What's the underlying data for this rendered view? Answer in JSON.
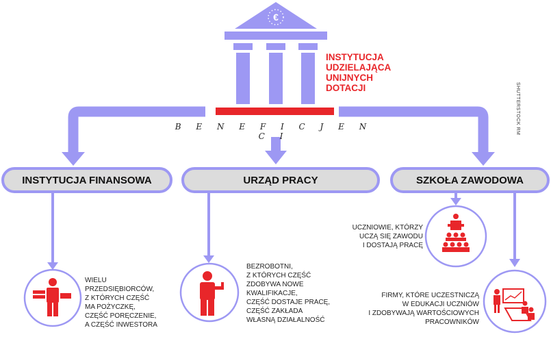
{
  "institution": {
    "label": "INSTYTUCJA\nUDZIELAJĄCA\nUNIJNYCH\nDOTACJI",
    "icon": "euro-icon"
  },
  "beneficiaries_label": "B E N E F I C J E N C I",
  "credit": "SHUTTERSTOCK   RM",
  "branches": [
    {
      "title": "INSTYTUCJA FINANSOWA",
      "items": [
        {
          "text": "WIELU\nPRZEDSIĘBIORCÓW,\nZ KTÓRYCH CZĘŚĆ\nMA POŻYCZKĘ,\nCZĘŚĆ PORĘCZENIE,\nA CZĘŚĆ INWESTORA",
          "icon": "businessman-with-money-icon"
        }
      ]
    },
    {
      "title": "URZĄD PRACY",
      "items": [
        {
          "text": "BEZROBOTNI,\nZ KTÓRYCH CZĘŚĆ\nZDOBYWA NOWE\nKWALIFIKACJE,\nCZĘŚĆ DOSTAJE PRACĘ,\nCZĘŚĆ ZAKŁADA\nWŁASNĄ DZIAŁALNOŚĆ",
          "icon": "businessman-thumbs-up-icon"
        }
      ]
    },
    {
      "title": "SZKOŁA ZAWODOWA",
      "items": [
        {
          "text": "UCZNIOWIE, KTÓRZY\nUCZĄ SIĘ ZAWODU\nI DOSTAJĄ PRACĘ",
          "icon": "lecture-audience-icon"
        },
        {
          "text": "FIRMY, KTÓRE UCZESTNICZĄ\nW EDUKACJI UCZNIÓW\nI ZDOBYWAJĄ WARTOŚCIOWYCH\nPRACOWNIKÓW",
          "icon": "business-presentation-icon"
        }
      ]
    }
  ],
  "colors": {
    "accent": "#9d98f3",
    "red": "#e8262a",
    "box": "#dcdcdc"
  }
}
